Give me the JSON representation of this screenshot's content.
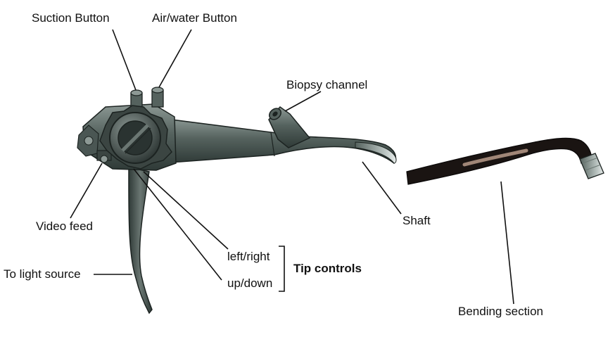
{
  "labels": {
    "suction_button": "Suction Button",
    "air_water_button": "Air/water Button",
    "biopsy_channel": "Biopsy channel",
    "video_feed": "Video feed",
    "shaft": "Shaft",
    "left_right": "left/right",
    "up_down": "up/down",
    "tip_controls": "Tip controls",
    "to_light_source": "To light source",
    "bending_section": "Bending section"
  },
  "colors": {
    "body_dark": "#2f3a37",
    "body_mid": "#55625e",
    "body_light": "#8d9995",
    "shaft_tip": "#cfd6d4",
    "bending_dark": "#1a1412",
    "bending_highlight": "#b89a8a",
    "leader_line": "#111111"
  },
  "icons": {
    "endoscope_handle": "endoscope-handle-icon",
    "bending_section": "bending-section-icon"
  }
}
